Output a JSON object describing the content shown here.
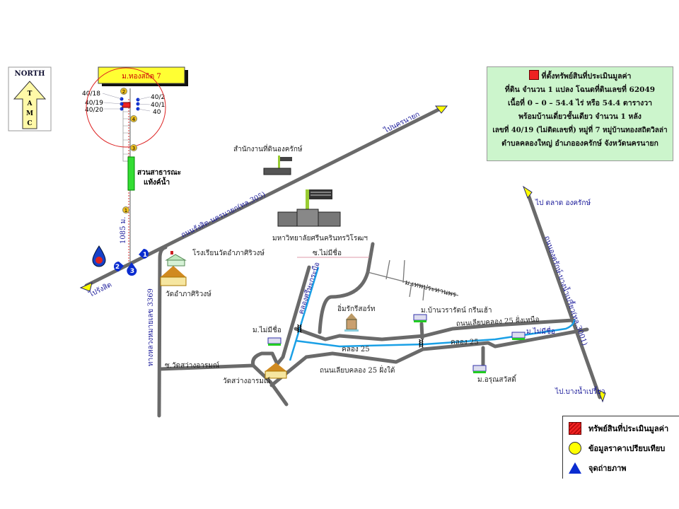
{
  "north": {
    "title": "NORTH",
    "letters": [
      "T",
      "A",
      "M",
      "C"
    ]
  },
  "village_label": "ม.ทองสถิต 7",
  "lots": {
    "left": [
      "40/18",
      "40/19",
      "40/20"
    ],
    "right": [
      "40/2",
      "40/1",
      "40"
    ]
  },
  "park_label": [
    "สวนสาธารณะ",
    "แท้งค์น้ำ"
  ],
  "distance_label": "1085 ม.",
  "photo_points": [
    "1",
    "2",
    "3"
  ],
  "comparable_markers": [
    "2",
    "4",
    "3",
    "1"
  ],
  "roads": {
    "main": "ถนนรังสิต-นครนายก(ทล.305)",
    "to_nakhon_nayok": "ไปนครนายก",
    "to_rangsit": "ไปรังสิต",
    "highway_3369": "ทางหลวงหมายเลข 3369",
    "soi_wat_sawang": "ซ.วัดสว่างอารมณ์",
    "soi_no_name": "ซ.ไม่มีชื่อ",
    "north_bank": "ถนนเลียบคลอง 25 ฝั่งเหนือ",
    "south_bank": "ถนนเลียบคลอง 25 ฝั่งใต้",
    "road_3001": "ถนนองครักษ์-บางน้ำเปรี้ยว(ทล.3001)",
    "to_ongkharak_market": "ไป ตลาด องครักษ์",
    "to_bang_nam_priao": "ไป.บางน้ำเปรี้ยว"
  },
  "canals": {
    "khlong25": "คลอง 25",
    "khlong25_east": "คลอง 25",
    "vertical": "คลองศรีษะกระบือ"
  },
  "places": {
    "land_office": "สำนักงานที่ดินองครักษ์",
    "university": "มหาวิทยาลัยศรีนครินทรวิโรฒฯ",
    "school": "โรงเรียนวัดอำภาศิริวงษ์",
    "temple1": "วัดอำภาศิริวงษ์",
    "temple2": "วัดสว่างอารมณ์",
    "resort": "อิ่มรักรีสอร์ท",
    "village_no_name1": "ม.ไม่มีชื่อ",
    "village_no_name2": "ม.ไม่มีชื่อ",
    "village_thep": "ม.เทพประทานพร",
    "village_baan": "ม.บ้านวรารัตน์ กรีนเฮ้า",
    "village_arun": "ม.อรุณสวัสดิ์"
  },
  "info_box": {
    "title": "ที่ตั้งทรัพย์สินที่ประเมินมูลค่า",
    "lines": [
      "ที่ดิน  จำนวน  1 แปลง  โฉนดที่ดินเลขที่ 62049",
      "เนื้อที่  0 – 0 – 54.4 ไร่  หรือ  54.4  ตารางวา",
      "พร้อมบ้านเดี่ยวชั้นเดียว จำนวน 1 หลัง",
      "เลขที่ 40/19 (ไม่ติดเลขที่) หมู่ที่ 7 หมู่บ้านทองสถิตวิลล่า",
      "ตำบลคลองใหญ่  อำเภอองครักษ์  จังหวัดนครนายก"
    ]
  },
  "legend": [
    {
      "label": "ทรัพย์สินที่ประเมินมูลค่า",
      "icon": "red-hatched-square"
    },
    {
      "label": "ข้อมูลราคาเปรียบเทียบ",
      "icon": "yellow-circle"
    },
    {
      "label": "จุดถ่ายภาพ",
      "icon": "blue-arrow"
    }
  ],
  "colors": {
    "road": "#6a6a6a",
    "canal": "#1aa0e6",
    "subject": "#e22222",
    "comparable": "#ffee00",
    "photo": "#0a2cd0",
    "info_bg": "#ccf5cc"
  }
}
